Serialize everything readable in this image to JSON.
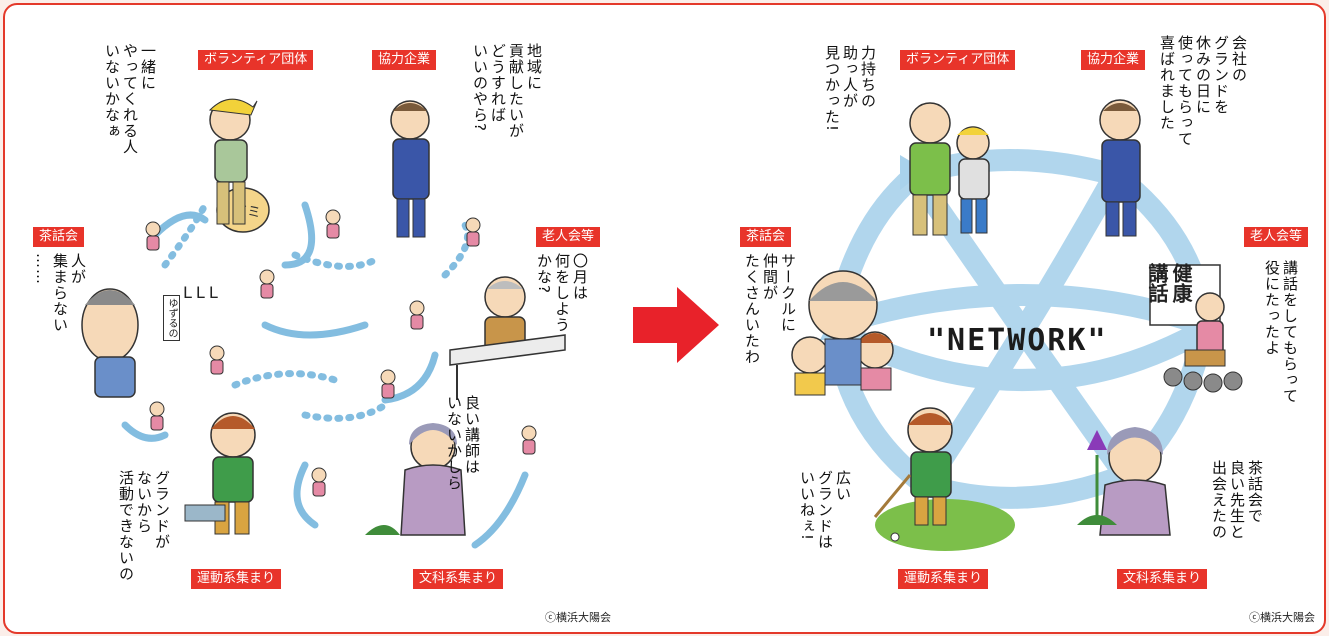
{
  "left": {
    "labels": {
      "volunteer": "ボランティア団体",
      "company": "協力企業",
      "tea": "茶話会",
      "elder": "老人会等",
      "sports": "運動系集まり",
      "culture": "文科系集まり"
    },
    "quotes": {
      "volunteer": "一緒に\nやってくれる人\nいないかなぁ",
      "company": "地域に\n貢献したいが\nどうすれば\nいいのやら?",
      "tea": "人が\n集まらない\n……",
      "elder": "〇月は\n何をしよう\nかな?",
      "sports": "グランドが\nないから\n活動できないの",
      "culture": "良い講師は\nいないかしら"
    },
    "sign_bag": "ゴミ",
    "sign_post": "ゆずるの",
    "bubble": "LLL",
    "copyright": "ⓒ横浜大陽会"
  },
  "right": {
    "labels": {
      "volunteer": "ボランティア団体",
      "company": "協力企業",
      "tea": "茶話会",
      "elder": "老人会等",
      "sports": "運動系集まり",
      "culture": "文科系集まり"
    },
    "quotes": {
      "volunteer": "力持ちの\n助っ人が\n見つかった!",
      "company": "会社の\nグランドを\n休みの日に\n使ってもらって\n喜ばれました",
      "tea": "サークルに\n仲間が\nたくさんいたわ",
      "elder": "講話をしてもらって\n役にたったよ",
      "sports": "広い\nグランドは\nいいねぇ!",
      "culture": "茶話会で\n良い先生と\n出会えたの"
    },
    "network_word": "\"NETWORK\"",
    "board_text": "健康\n講話",
    "copyright": "ⓒ横浜大陽会"
  },
  "colors": {
    "frame": "#e4392a",
    "label_bg": "#e8342a",
    "arrow": "#e8222a",
    "network_arrows": "#a9d2ec",
    "paths": "#5aa7d6"
  }
}
